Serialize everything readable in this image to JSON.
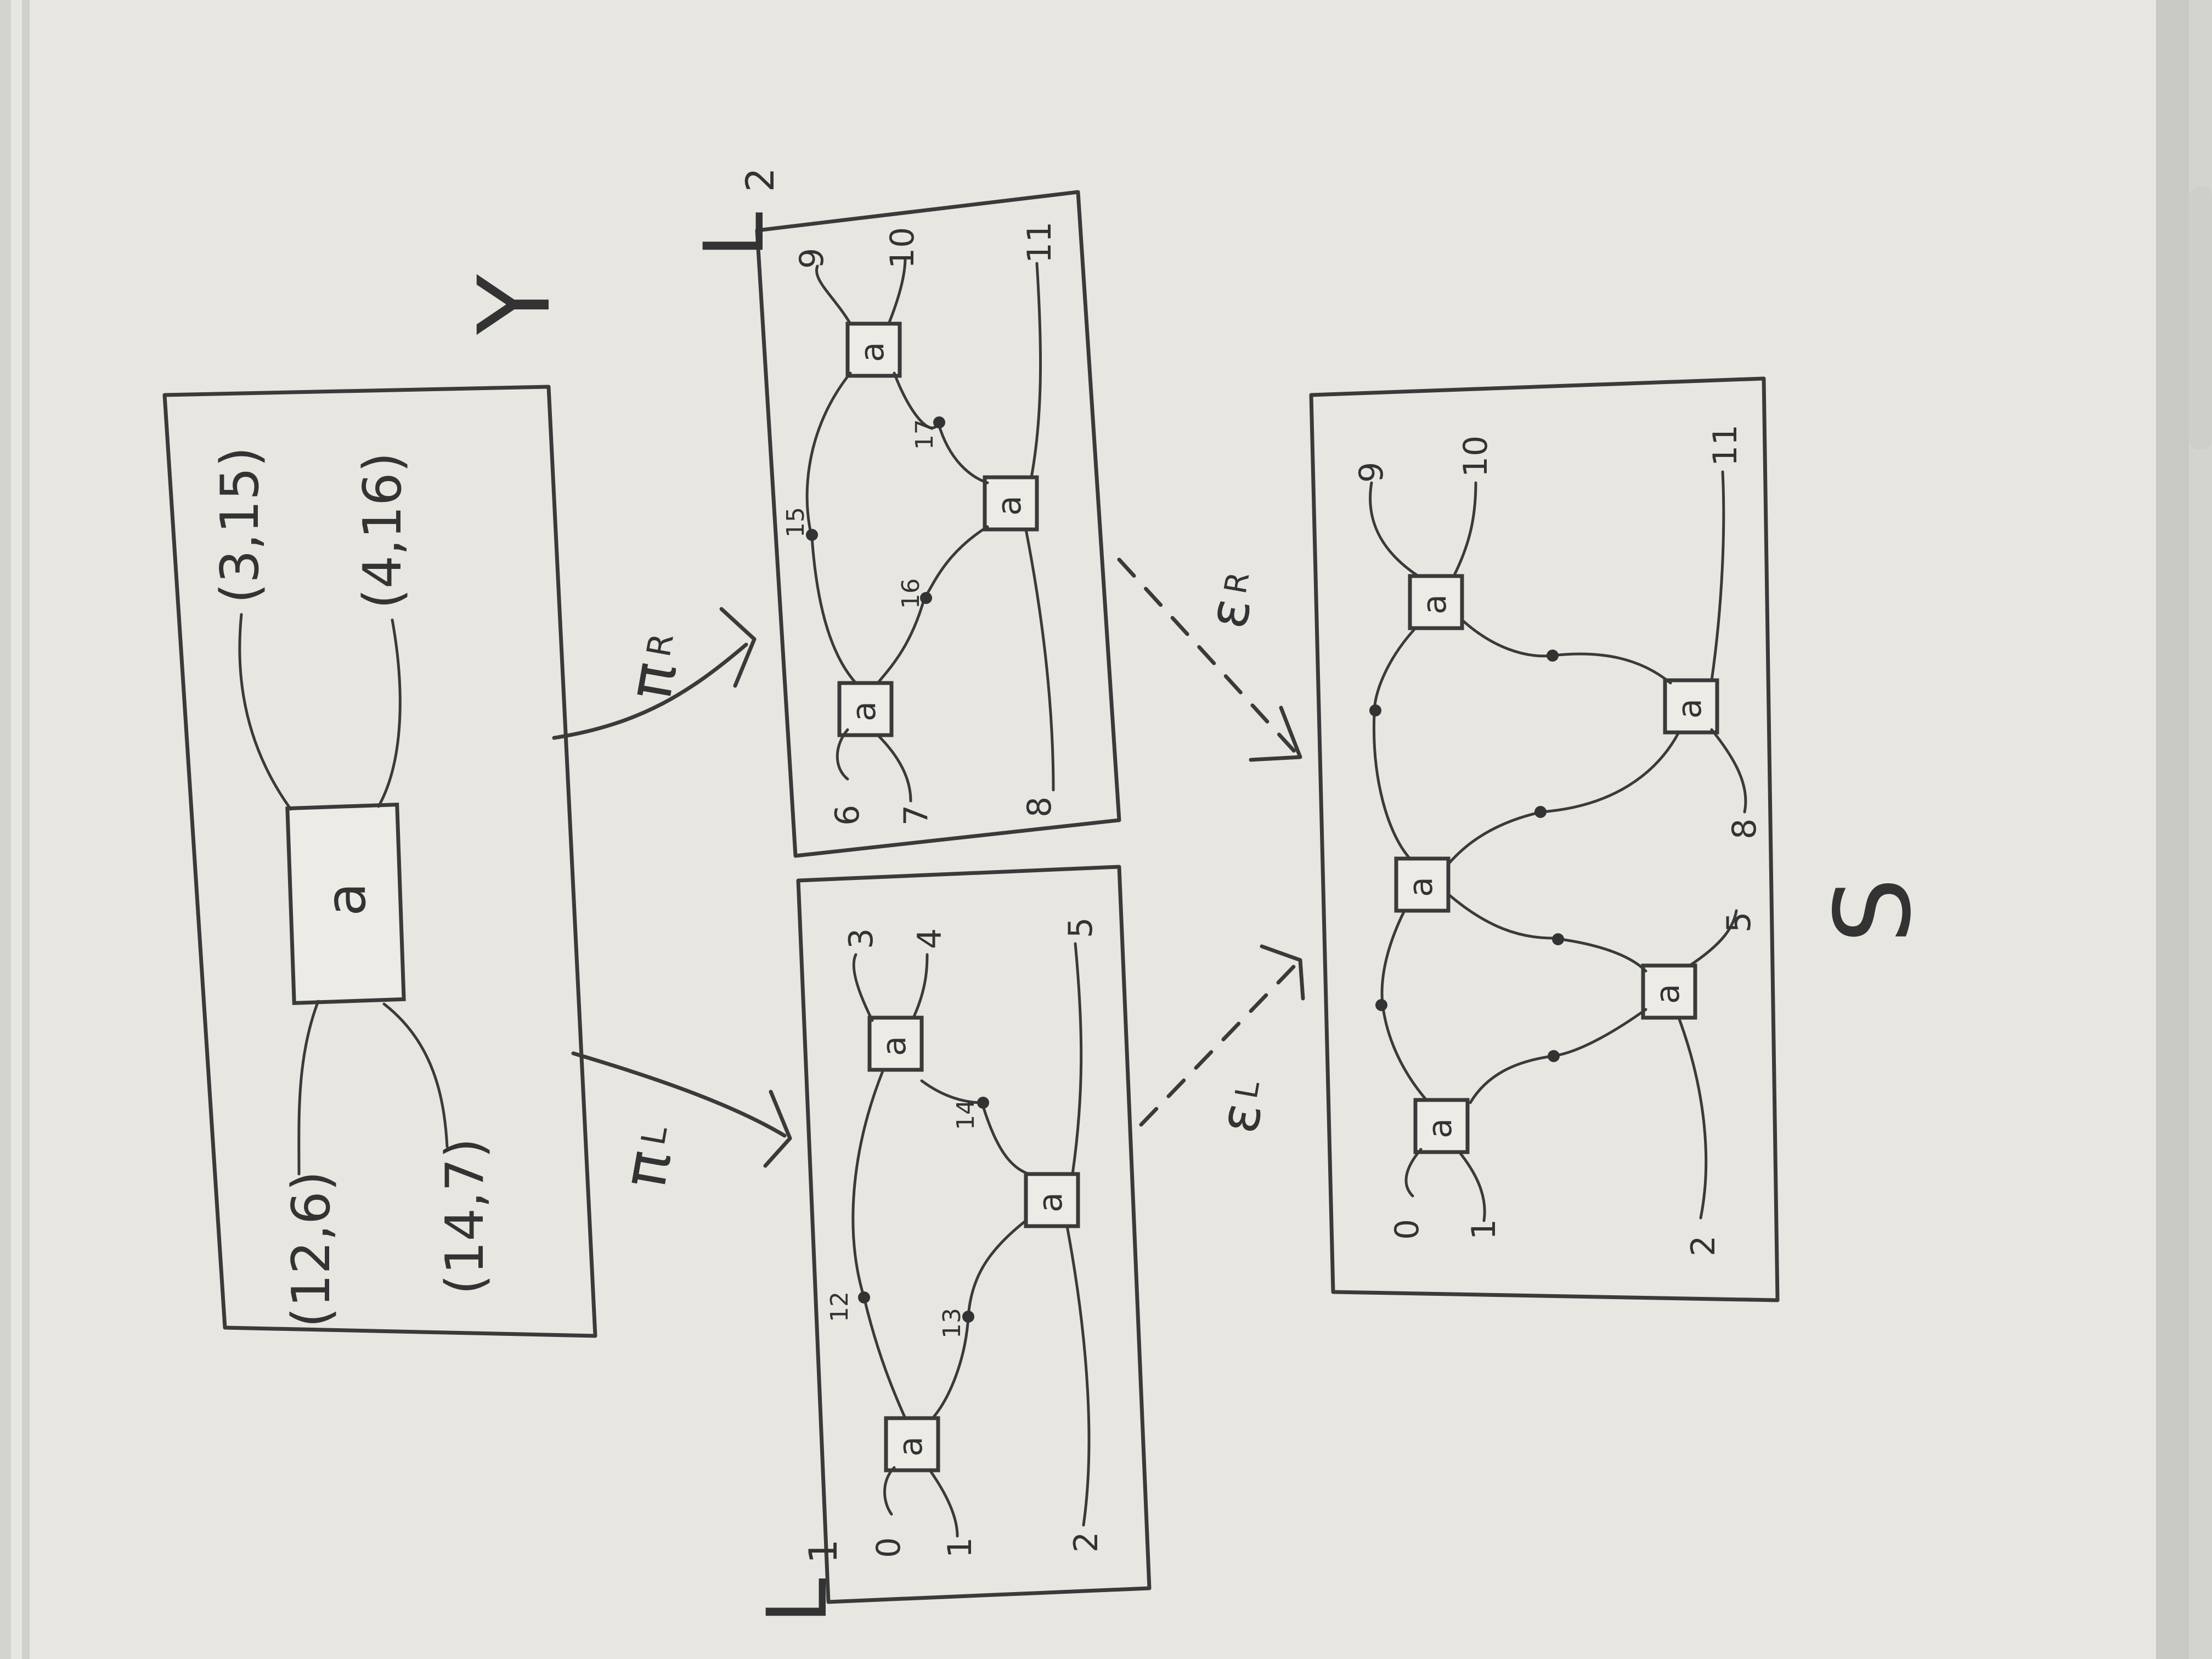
{
  "board": {
    "colors": {
      "board": "#e7e6e1",
      "ink": "#3a3a3a",
      "frame": "#c9c9c3",
      "wall": "#d4d4cf"
    }
  },
  "labels": {
    "Y": "Y",
    "L1": "L",
    "L1_sub": "1",
    "L2": "L",
    "L2_sub": "2",
    "S": "S",
    "pi_R": "π",
    "pi_R_sub": "R",
    "pi_L": "π",
    "pi_L_sub": "L",
    "eps_R": "ε",
    "eps_R_sub": "R",
    "eps_L": "ε",
    "eps_L_sub": "L"
  },
  "Y_panel": {
    "node": "a",
    "ports": [
      "(3,15)",
      "(4,16)",
      "(12,6)",
      "(14,7)"
    ]
  },
  "L2_panel": {
    "nodes": [
      "a",
      "a",
      "a"
    ],
    "numbers": [
      "9",
      "10",
      "11",
      "17",
      "15",
      "16",
      "6",
      "7",
      "8"
    ]
  },
  "L1_panel": {
    "nodes": [
      "a",
      "a",
      "a"
    ],
    "numbers": [
      "3",
      "4",
      "5",
      "14",
      "12",
      "13",
      "0",
      "1",
      "2"
    ]
  },
  "S_panel": {
    "nodes": [
      "a",
      "a",
      "a",
      "a",
      "a"
    ],
    "numbers": [
      "9",
      "10",
      "11",
      "8",
      "5",
      "0",
      "1",
      "2"
    ]
  }
}
